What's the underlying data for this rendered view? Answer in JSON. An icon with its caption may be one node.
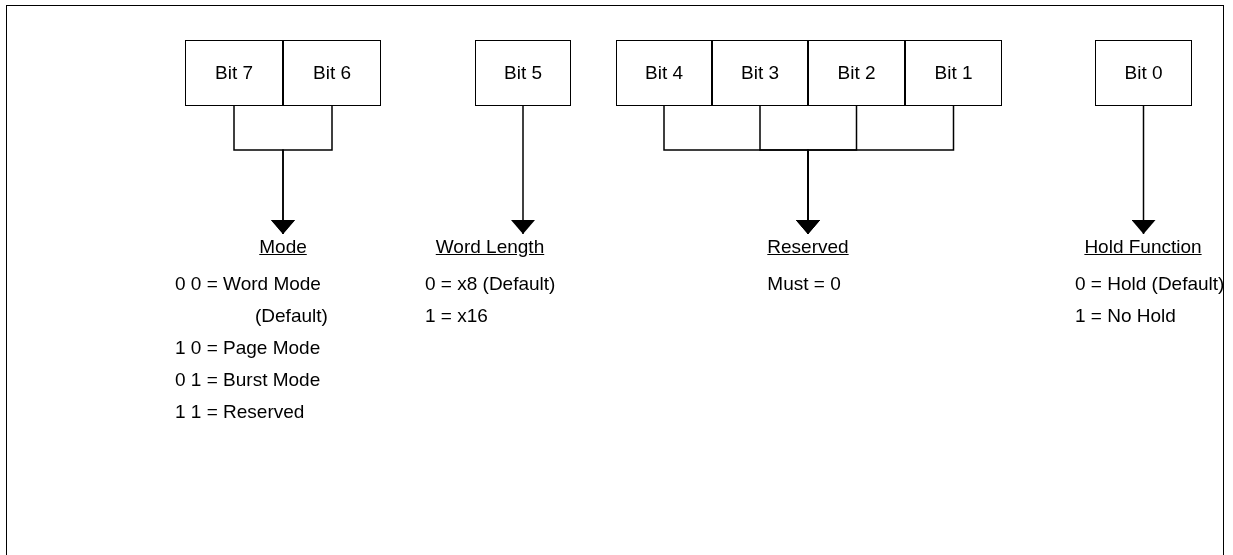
{
  "diagram": {
    "nodes": [
      {
        "text": [
          "Bit 7"
        ]
      },
      {
        "text": [
          "Bit 6"
        ]
      },
      {
        "text": [
          "Bit 5"
        ]
      },
      {
        "text": [
          "Bit 4"
        ]
      },
      {
        "text": [
          "Bit 3"
        ]
      },
      {
        "text": [
          "Bit 2"
        ]
      },
      {
        "text": [
          "Bit 1"
        ]
      },
      {
        "text": [
          "Bit 0"
        ]
      },
      {
        "text": [
          "Mode",
          "0 0 = Word Mode (Default)",
          "1 0 = Page Mode",
          "0 1 = Burst Mode",
          "1 1 = Reserved"
        ]
      },
      {
        "text": [
          "Word Length",
          "0 = x8 (Default)",
          "1 = x16"
        ]
      },
      {
        "text": [
          "Reserved",
          "Must = 0"
        ]
      },
      {
        "text": [
          "Hold Function",
          "0 = Hold (Default)",
          "1 = No Hold"
        ]
      }
    ],
    "edges": [
      {
        "from": 0,
        "to": 8,
        "arrow": "to"
      },
      {
        "from": 1,
        "to": 8,
        "arrow": "to"
      },
      {
        "from": 2,
        "to": 9,
        "arrow": "to"
      },
      {
        "from": 3,
        "to": 10,
        "arrow": "to"
      },
      {
        "from": 4,
        "to": 10,
        "arrow": "to"
      },
      {
        "from": 5,
        "to": 10,
        "arrow": "to"
      },
      {
        "from": 6,
        "to": 10,
        "arrow": "to"
      },
      {
        "from": 7,
        "to": 11,
        "arrow": "to"
      }
    ]
  }
}
